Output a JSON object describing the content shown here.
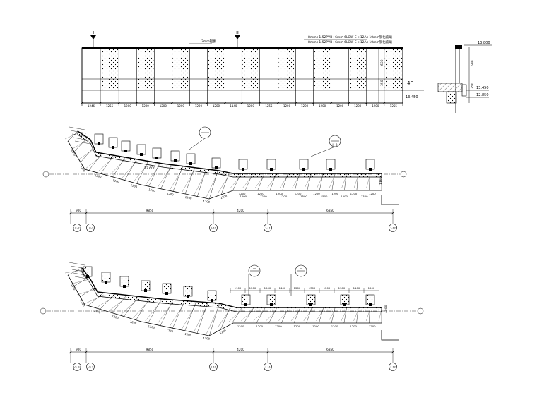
{
  "elevation": {
    "top_note": "3mm铝板",
    "glass_spec_1": "8mm+1.52PVB+6mm 6LOW-E +12A+10mm钢化玻璃",
    "glass_spec_2": "8mm+1.52PVB+6mm 6LOW-E +12A+10mm钢化玻璃",
    "floor_label": "4F",
    "floor_level": "13.450",
    "height_dims": [
      "600",
      "350"
    ],
    "panel_widths": [
      "1246",
      "1255",
      "1200",
      "1200",
      "1200",
      "1200",
      "1200",
      "1200",
      "1140",
      "1200",
      "1255",
      "1200",
      "1200",
      "1200",
      "1200",
      "1200",
      "1200",
      "1255"
    ],
    "section_mark_1": "Ⅱ",
    "section_mark_2": "Ⅲ"
  },
  "section_detail": {
    "top_level": "13.800",
    "height_dims": [
      "500",
      "350"
    ],
    "level_1": "13.450",
    "level_2": "12.850"
  },
  "plan_1": {
    "lower_dims": [
      "1000",
      "1200",
      "1200",
      "1200",
      "1200",
      "1200",
      "1200",
      "1200",
      "1100",
      "1200",
      "1200",
      "1200",
      "1200",
      "1200",
      "1200",
      "1200",
      "1200",
      "1200"
    ],
    "overall_dims": [
      "900",
      "9850",
      "4200",
      "6850"
    ],
    "axis_labels": [
      "1/1-12",
      "1/1-9",
      "1-10",
      "1-11",
      "1-12"
    ],
    "callouts": [
      "—",
      "II-2"
    ],
    "segment_dims": [
      "1200",
      "1200",
      "1200",
      "1500",
      "1500",
      "1200",
      "1300"
    ],
    "small_note": "13.600",
    "side_dim": "1100"
  },
  "plan_2": {
    "lower_dims": [
      "1000",
      "1200",
      "1200",
      "1200",
      "1200",
      "1200",
      "1200",
      "1200",
      "1100",
      "1200",
      "1200",
      "1200",
      "1200",
      "1200",
      "1200",
      "1200",
      "1200",
      "1200"
    ],
    "overall_dims": [
      "900",
      "9850",
      "4200",
      "6850"
    ],
    "axis_labels": [
      "1/1-12",
      "1/1-9",
      "1-10",
      "1-11",
      "1-12"
    ],
    "callouts": [
      "—",
      "—"
    ],
    "upper_dims": [
      "1100",
      "1200",
      "1500",
      "1400",
      "1200",
      "1300",
      "1200",
      "1300",
      "1100",
      "1200"
    ],
    "side_dim": "4000"
  }
}
